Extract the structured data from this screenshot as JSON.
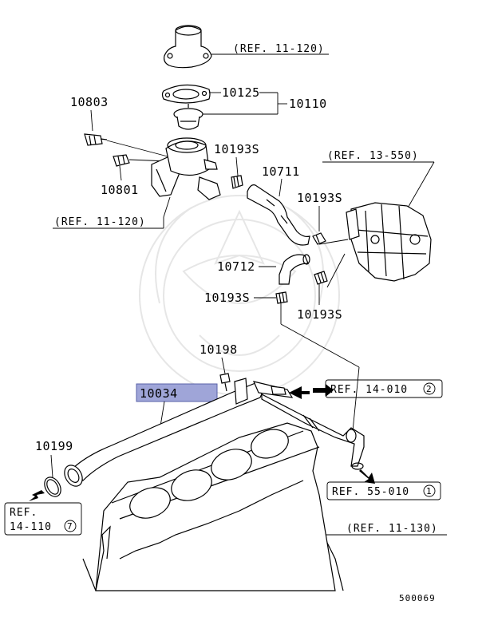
{
  "diagram_id": "500069",
  "parts": {
    "p10125": "10125",
    "p10110": "10110",
    "p10803": "10803",
    "p10801": "10801",
    "p10193s_a": "10193S",
    "p10711": "10711",
    "p10193s_b": "10193S",
    "p10712": "10712",
    "p10193s_c": "10193S",
    "p10193s_d": "10193S",
    "p10198": "10198",
    "p10034": "10034",
    "p10199": "10199"
  },
  "refs": {
    "ref_11_120_top": "(REF. 11-120)",
    "ref_13_550": "(REF. 13-550)",
    "ref_11_120_left": "(REF. 11-120)",
    "ref_14_010": "REF. 14-010",
    "ref_14_010_num": "2",
    "ref_55_010": "REF. 55-010",
    "ref_55_010_num": "1",
    "ref_14_110_line1": "REF.",
    "ref_14_110_line2": "14-110",
    "ref_14_110_num": "7",
    "ref_11_130": "(REF. 11-130)"
  },
  "colors": {
    "highlight": "#9fa5d8"
  }
}
